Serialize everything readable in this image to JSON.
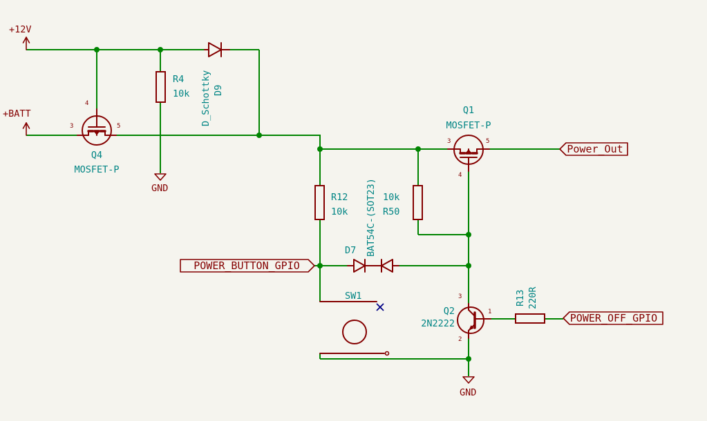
{
  "colors": {
    "background": "#f5f4ee",
    "wire": "#008400",
    "symbol": "#840000",
    "value_text": "#008484",
    "no_connect": "#000084"
  },
  "power_ports": {
    "p12v": "+12V",
    "pbatt": "+BATT",
    "gnd_r4": "GND",
    "gnd_q2": "GND"
  },
  "components": {
    "q4": {
      "ref": "Q4",
      "value": "MOSFET-P",
      "pin_top": "4",
      "pin_left": "3",
      "pin_right": "5"
    },
    "r4": {
      "ref": "R4",
      "value": "10k"
    },
    "d9": {
      "ref": "D9",
      "value": "D_Schottky"
    },
    "q1": {
      "ref": "Q1",
      "value": "MOSFET-P",
      "pin_bottom": "4",
      "pin_left": "3",
      "pin_right": "5"
    },
    "r12": {
      "ref": "R12",
      "value": "10k"
    },
    "r50": {
      "ref": "R50",
      "value": "10k"
    },
    "d7": {
      "ref": "D7",
      "value": "BAT54C-(SOT23)"
    },
    "sw1": {
      "ref": "SW1"
    },
    "q2": {
      "ref": "Q2",
      "value": "2N2222",
      "pin_top": "3",
      "pin_right": "1",
      "pin_bottom": "2"
    },
    "r13": {
      "ref": "R13",
      "value": "220R"
    }
  },
  "net_labels": {
    "power_out": "Power_Out",
    "power_button_gpio": "POWER_BUTTON_GPIO",
    "power_off_gpio": "POWER_OFF_GPIO"
  }
}
